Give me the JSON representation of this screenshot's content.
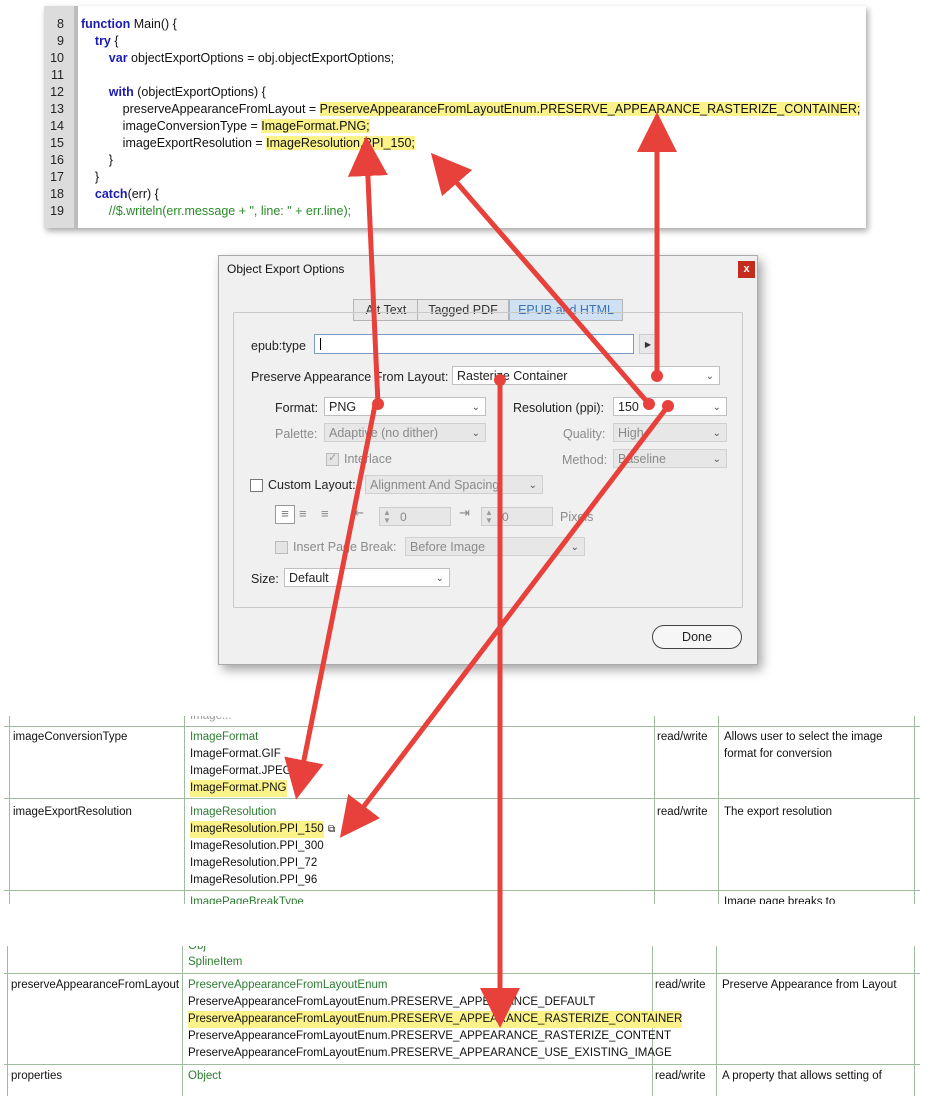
{
  "code": {
    "lines": [
      {
        "n": "8",
        "segments": [
          {
            "t": "function",
            "c": "kw"
          },
          {
            "t": " Main() {",
            "c": ""
          }
        ]
      },
      {
        "n": "9",
        "segments": [
          {
            "t": "    ",
            "c": ""
          },
          {
            "t": "try",
            "c": "kw"
          },
          {
            "t": " {",
            "c": ""
          }
        ]
      },
      {
        "n": "10",
        "segments": [
          {
            "t": "        ",
            "c": ""
          },
          {
            "t": "var",
            "c": "kw"
          },
          {
            "t": " objectExportOptions = obj.objectExportOptions;",
            "c": ""
          }
        ]
      },
      {
        "n": "11",
        "segments": []
      },
      {
        "n": "12",
        "segments": [
          {
            "t": "        ",
            "c": ""
          },
          {
            "t": "with",
            "c": "kw"
          },
          {
            "t": " (objectExportOptions) {",
            "c": ""
          }
        ]
      },
      {
        "n": "13",
        "segments": [
          {
            "t": "            preserveAppearanceFromLayout = ",
            "c": ""
          },
          {
            "t": "PreserveAppearanceFromLayoutEnum.PRESERVE_APPEARANCE_RASTERIZE_CONTAINER;",
            "c": "hl"
          }
        ]
      },
      {
        "n": "14",
        "segments": [
          {
            "t": "            imageConversionType = ",
            "c": ""
          },
          {
            "t": "ImageFormat.PNG;",
            "c": "hl"
          }
        ]
      },
      {
        "n": "15",
        "segments": [
          {
            "t": "            imageExportResolution = ",
            "c": ""
          },
          {
            "t": "ImageResolution.PPI_150;",
            "c": "hl"
          }
        ]
      },
      {
        "n": "16",
        "segments": [
          {
            "t": "        }",
            "c": ""
          }
        ]
      },
      {
        "n": "17",
        "segments": [
          {
            "t": "    }",
            "c": ""
          }
        ]
      },
      {
        "n": "18",
        "segments": [
          {
            "t": "    ",
            "c": ""
          },
          {
            "t": "catch",
            "c": "kw"
          },
          {
            "t": "(err) {",
            "c": ""
          }
        ]
      },
      {
        "n": "19",
        "segments": [
          {
            "t": "        //$.writeln(err.message + \", line: \" + err.line);",
            "c": "cm"
          }
        ]
      }
    ]
  },
  "dialog": {
    "title": "Object Export Options",
    "close": "x",
    "tabs": [
      "Alt Text",
      "Tagged PDF",
      "EPUB and HTML"
    ],
    "epub_type_label": "epub:type",
    "epub_type_value": "",
    "preserve_label": "Preserve Appearance From Layout:",
    "preserve_value": "Rasterize Container",
    "format_label": "Format:",
    "format_value": "PNG",
    "resolution_label": "Resolution (ppi):",
    "resolution_value": "150",
    "palette_label": "Palette:",
    "palette_value": "Adaptive (no dither)",
    "quality_label": "Quality:",
    "quality_value": "High",
    "interlace_label": "Interlace",
    "method_label": "Method:",
    "method_value": "Baseline",
    "custom_layout_label": "Custom Layout:",
    "custom_layout_value": "Alignment And Spacing",
    "spin1_value": "0",
    "spin2_value": "0",
    "pixels_label": "Pixels",
    "insert_page_break_label": "Insert Page Break:",
    "page_break_value": "Before Image",
    "size_label": "Size:",
    "size_value": "Default",
    "done": "Done"
  },
  "table1": {
    "header_fragment": "Image...",
    "rows": [
      {
        "property": "imageConversionType",
        "type_name": "ImageFormat",
        "values": [
          "ImageFormat.GIF",
          "ImageFormat.JPEG",
          "ImageFormat.PNG"
        ],
        "highlighted": "ImageFormat.PNG",
        "access": "read/write",
        "description": "Allows user to select the image format for conversion"
      },
      {
        "property": "imageExportResolution",
        "type_name": "ImageResolution",
        "values": [
          "ImageResolution.PPI_150",
          "ImageResolution.PPI_300",
          "ImageResolution.PPI_72",
          "ImageResolution.PPI_96"
        ],
        "highlighted": "ImageResolution.PPI_150",
        "access": "read/write",
        "description": "The export resolution"
      }
    ],
    "cut_row": {
      "type_name": "ImagePageBreakType",
      "desc": "Image page breaks to"
    }
  },
  "table2": {
    "cut_top": [
      "Obj",
      "SplineItem"
    ],
    "rows": [
      {
        "property": "preserveAppearanceFromLayout",
        "type_name": "PreserveAppearanceFromLayoutEnum",
        "values": [
          "PreserveAppearanceFromLayoutEnum.PRESERVE_APPEARANCE_DEFAULT",
          "PreserveAppearanceFromLayoutEnum.PRESERVE_APPEARANCE_RASTERIZE_CONTAINER",
          "PreserveAppearanceFromLayoutEnum.PRESERVE_APPEARANCE_RASTERIZE_CONTENT",
          "PreserveAppearanceFromLayoutEnum.PRESERVE_APPEARANCE_USE_EXISTING_IMAGE"
        ],
        "highlighted": "PreserveAppearanceFromLayoutEnum.PRESERVE_APPEARANCE_RASTERIZE_CONTAINER",
        "access": "read/write",
        "description": "Preserve Appearance from Layout"
      }
    ],
    "cut_row": {
      "property": "properties",
      "type_name": "Object",
      "access": "read/write",
      "desc": "A property that allows setting of"
    }
  },
  "colors": {
    "highlight": "#fbf28a",
    "arrow": "#e8403a",
    "type_green": "#2e7d32",
    "keyword": "#1b1bb4"
  }
}
